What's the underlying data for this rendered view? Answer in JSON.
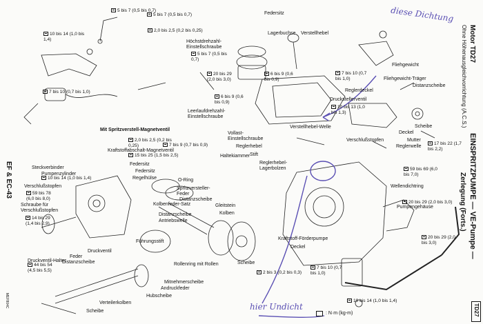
{
  "header": {
    "title_model": "Motor TD27",
    "title_variant": "Ohne Höhenausgleichvorrichtung (A.C.S.)",
    "title_main": "EINSPRITZPUMPE — VE-Pumpe —",
    "title_sub": "Zerlegung (Forts.)",
    "side_code": "EF & EC-43",
    "figure_code": "MEF804C",
    "page_code": "TD27"
  },
  "legend": {
    "unit_text": ": N·m (kg-m)"
  },
  "handwriting": {
    "note_top": "diese Dichtung",
    "note_bottom": "hier Undicht",
    "color": "#5a4fb3"
  },
  "parts": [
    "Federsitz",
    "Lagerbuchse",
    "Verstellhebel",
    "Höchstdrehzahl-Einstellschraube",
    "Fliehgewicht",
    "Fliehgewicht-Träger",
    "Distanzscheibe",
    "Reglerdeckel",
    "Druckstellerventil",
    "Scheibe",
    "Deckel",
    "Verschlußstopfen",
    "Reglerwelle",
    "Mutter",
    "Leerlaufdrehzahl-Einstellschraube",
    "Vollast-Einstellschraube",
    "Verstellhebel-Welle",
    "Mit Spritzverstell-Magnetventil",
    "Kraftstoffabschalt-Magnetventil",
    "Federsitz",
    "Steckverbinder",
    "Pumpenzylinder",
    "Verschlußstopfen",
    "Schraube für Verschlußstopfen",
    "Regelhülse",
    "Federsitz",
    "O-Ring",
    "Spritzversteller-Feder",
    "Distanzscheibe",
    "Haltekiammer",
    "Reglerhebel",
    "Stift",
    "Reglerhebel-Lagerbolzen",
    "Wellendichtring",
    "Pumpengehäuse",
    "Kolbenfeder-Satz",
    "Gleitstein",
    "Kolben",
    "Distanzscheibe",
    "Antriebswelle",
    "Führungsstift",
    "Druckventil",
    "Druckventil-Halter",
    "Feder",
    "Distanzscheibe",
    "Rollenring mit Rollen",
    "Mitnehmerscheibe",
    "Andruckfeder",
    "Hubscheibe",
    "Verteilerkolben",
    "Scheibe",
    "Deckel",
    "Kraftstoff-Förderpumpe",
    "Scheibe"
  ],
  "specs": [
    "5 bis 7 (0,5 bis 0,7)",
    "10 bis 14 (1,0 bis 1,4)",
    "2,0 bis 2,5 (0,2 bis 0,25)",
    "5 bis 7 (0,5 bis 0,7)",
    "5 bis 7 (0,5 bis 0,7)",
    "20 bis 29 (2,0 bis 3,0)",
    "6 bis 9 (0,6 bis 0,9)",
    "7 bis 10 (0,7 bis 1,0)",
    "7 bis 10 (0,7 bis 1,0)",
    "6 bis 9 (0,6 bis 0,9)",
    "10 bis 13 (1,0 bis 1,3)",
    "2,0 bis 2,5 (0,2 bis 0,25)",
    "7 bis 9 (0,7 bis 0,9)",
    "15 bis 25 (1,5 bis 2,5)",
    "17 bis 22 (1,7 bis 2,2)",
    "10 bis 14 (1,0 bis 1,4)",
    "59 bis 78 (6,0 bis 8,0)",
    "59 bis 69 (6,0 bis 7,0)",
    "14 bis 29 (1,4 bis 2,9)",
    "20 bis 29 (2,0 bis 3,0)",
    "44 bis 54 (4,5 bis 5,5)",
    "2 bis 3 (0,2 bis 0,3)",
    "7 bis 10 (0,7 bis 1,0)",
    "20 bis 29 (2,0 bis 3,0)",
    "10 bis 14 (1,0 bis 1,4)"
  ]
}
